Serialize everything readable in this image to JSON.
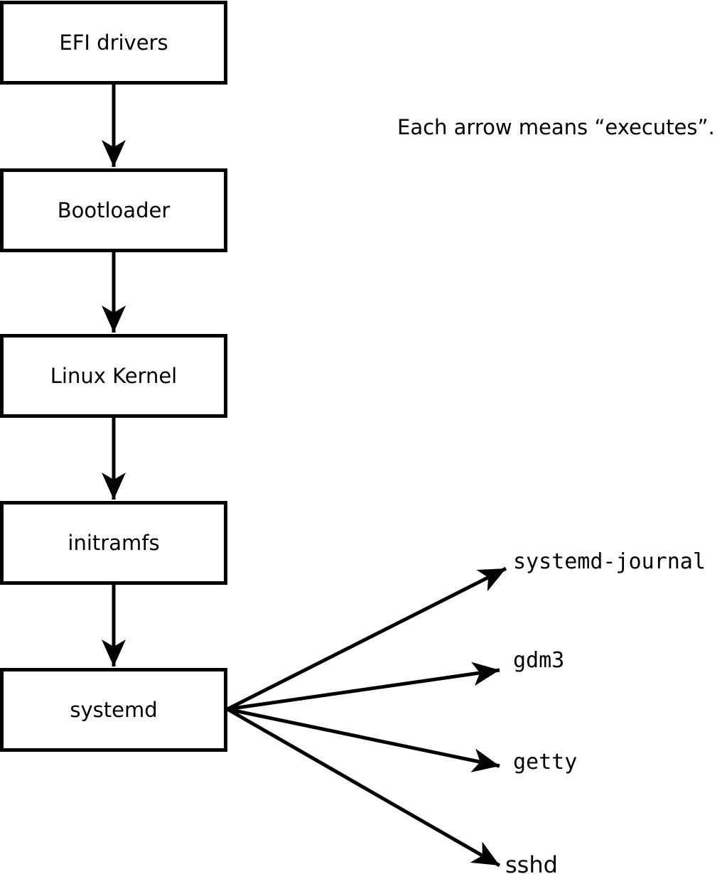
{
  "note": {
    "text": "Each arrow means “executes”."
  },
  "boot_chain": {
    "nodes": [
      {
        "id": "efi-drivers",
        "label": "EFI drivers"
      },
      {
        "id": "bootloader",
        "label": "Bootloader"
      },
      {
        "id": "linux-kernel",
        "label": "Linux Kernel"
      },
      {
        "id": "initramfs",
        "label": "initramfs"
      },
      {
        "id": "systemd",
        "label": "systemd"
      }
    ]
  },
  "spawned_processes": [
    {
      "id": "systemd-journal",
      "label": "systemd-journal"
    },
    {
      "id": "gdm3",
      "label": "gdm3"
    },
    {
      "id": "getty",
      "label": "getty"
    },
    {
      "id": "sshd",
      "label": "sshd"
    }
  ],
  "colors": {
    "stroke": "#000000",
    "box_fill": "#ffffff",
    "background": "#ffffff",
    "text": "#000000"
  }
}
